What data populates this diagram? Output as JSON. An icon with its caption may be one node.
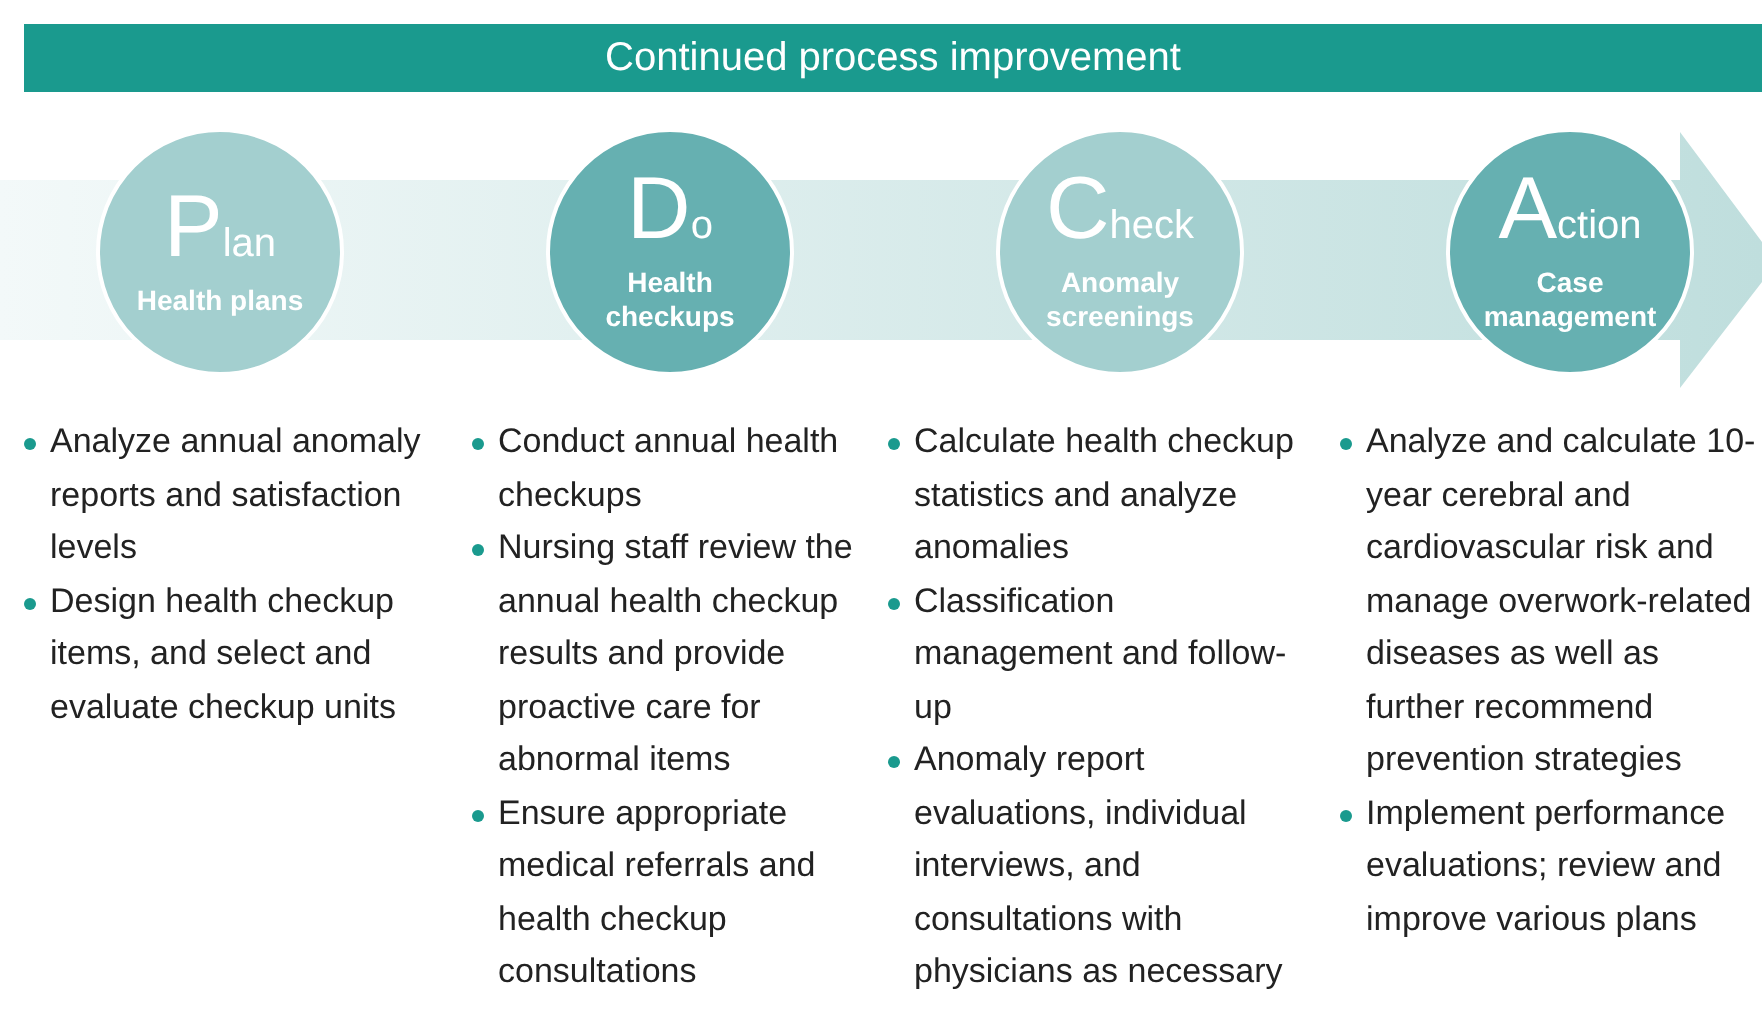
{
  "diagram": {
    "title": "Continued process improvement",
    "nodes": [
      {
        "text": [
          "Plan",
          "Health plans"
        ],
        "beside": [
          "Analyze annual anomaly reports and satisfaction levels",
          "Design health checkup items, and select and evaluate checkup units"
        ]
      },
      {
        "text": [
          "Do",
          "Health checkups"
        ],
        "beside": [
          "Conduct annual health checkups",
          "Nursing staff review the annual health checkup results and provide proactive care for abnormal items",
          "Ensure appropriate medical referrals and health checkup consultations"
        ]
      },
      {
        "text": [
          "Check",
          "Anomaly screenings"
        ],
        "beside": [
          "Calculate health checkup statistics and analyze anomalies",
          "Classification management and follow-up",
          "Anomaly report evaluations, individual interviews, and consultations with physicians as necessary"
        ]
      },
      {
        "text": [
          "Action",
          "Case management"
        ],
        "beside": [
          "Analyze and calculate 10-year cerebral and cardiovascular risk and manage overwork-related diseases as well as further recommend prevention strategies",
          "Implement performance evaluations; review and improve various plans"
        ]
      }
    ]
  }
}
